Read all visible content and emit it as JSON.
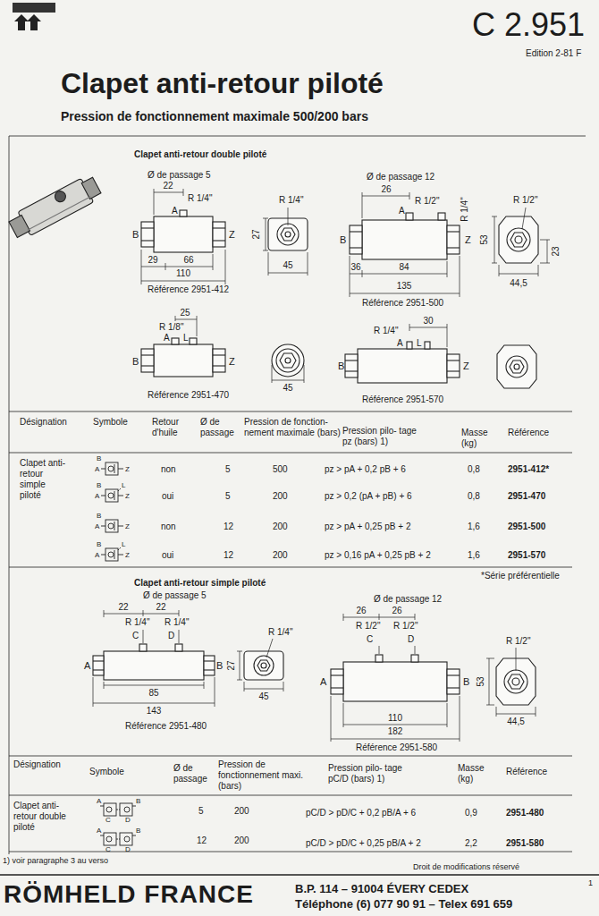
{
  "diagram": {
    "title": "Clapet anti-retour piloté",
    "labels": [
      "C 2.951",
      "Edition 2-81 F",
      "Pression de fonctionnement maximale 500/200 bars",
      "Clapet anti-retour double piloté",
      "Ø de passage 5",
      "22",
      "R 1/4\"",
      "A",
      "B",
      "Z",
      "27",
      "R 1/4\"",
      "29",
      "66",
      "45",
      "110",
      "Référence 2951-412",
      "Ø de passage 12",
      "26",
      "R 1/2\"",
      "A",
      "R 1/4\"",
      "B",
      "Z",
      "R 1/2\"",
      "53",
      "23",
      "36",
      "84",
      "44,5",
      "135",
      "Référence 2951-500",
      "25",
      "R 1/8\"",
      "A",
      "L",
      "B",
      "Z",
      "45",
      "Référence 2951-470",
      "30",
      "R 1/4\"",
      "A",
      "L",
      "B",
      "Z",
      "Référence 2951-570",
      "Désignation",
      "Symbole",
      "Retour d'huile",
      "Ø de passage",
      "Pression de fonction- nement maximale (bars)",
      "Pression pilo- tage pz (bars) 1)",
      "Masse (kg)",
      "Référence",
      "Clapet anti- retour simple piloté",
      "B",
      "A",
      "Z",
      "non",
      "5",
      "500",
      "pz > pA + 0,2 pB + 6",
      "0,8",
      "2951-412*",
      "B",
      "L",
      "A",
      "Z",
      "oui",
      "5",
      "200",
      "pz > 0,2 (pA + pB) + 6",
      "0,8",
      "2951-470",
      "B",
      "A",
      "Z",
      "non",
      "12",
      "200",
      "pz > pA + 0,25 pB + 2",
      "1,6",
      "2951-500",
      "B",
      "L",
      "A",
      "Z",
      "oui",
      "12",
      "200",
      "pz > 0,16 pA + 0,25 pB + 2",
      "1,6",
      "2951-570",
      "*Série préférentielle",
      "Clapet anti-retour simple piloté",
      "Ø de passage 5",
      "22",
      "22",
      "R 1/4\"",
      "R 1/4\"",
      "C",
      "D",
      "A",
      "B",
      "R 1/4\"",
      "27",
      "45",
      "85",
      "143",
      "Référence 2951-480",
      "Ø de passage 12",
      "26",
      "26",
      "R 1/2\"",
      "R 1/2\"",
      "C",
      "D",
      "A",
      "B",
      "R 1/2\"",
      "53",
      "44,5",
      "110",
      "182",
      "Référence 2951-580",
      "Désignation",
      "Symbole",
      "Ø de passage",
      "Pression de fonctionnement maxi. (bars)",
      "Pression pilo- tage pC/D (bars) 1)",
      "Masse (kg)",
      "Référence",
      "Clapet anti- retour double piloté",
      "A",
      "B",
      "C",
      "D",
      "5",
      "200",
      "pC/D > pD/C + 0,2 pB/A + 6",
      "0,9",
      "2951-480",
      "A",
      "B",
      "C",
      "D",
      "12",
      "200",
      "pC/D > pD/C + 0,25 pB/A + 2",
      "2,2",
      "2951-580",
      "1) voir paragraphe 3 au verso",
      "Droit de modifications réservé",
      "1",
      "RÖMHELD FRANCE",
      "B.P. 114 – 91004 ÉVERY CEDEX",
      "Téléphone (6) 077 90 91 – Telex 691 659"
    ]
  }
}
